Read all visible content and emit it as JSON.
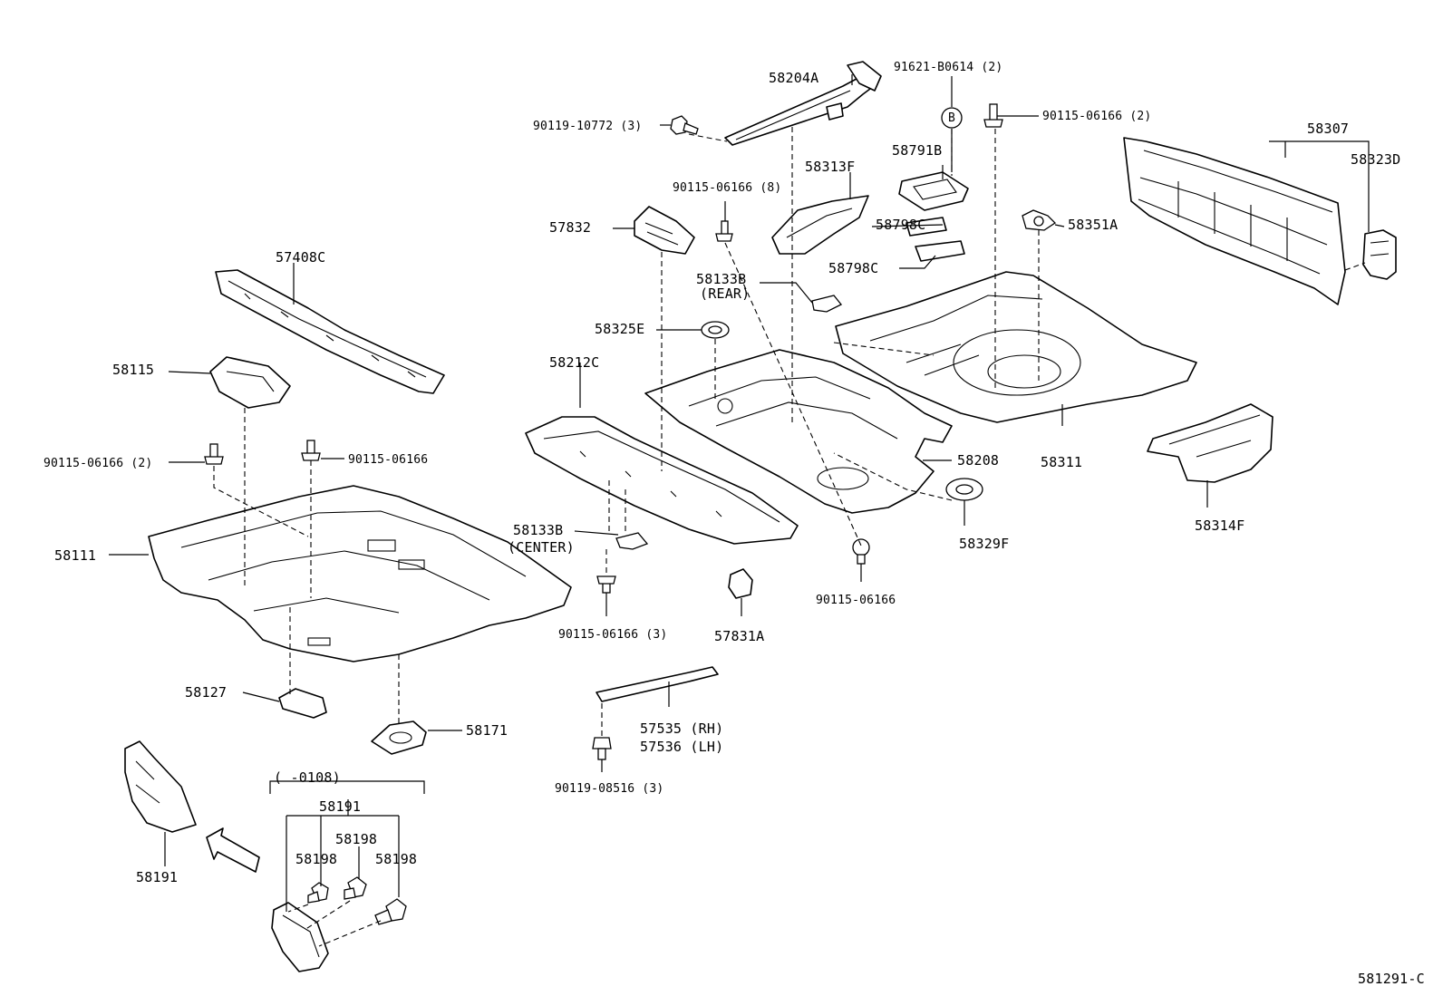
{
  "diagram_code": "581291-C",
  "parts": {
    "p58204A": "58204A",
    "p91621": "91621-B0614 (2)",
    "pB": "B",
    "p90119_10772": "90119-10772 (3)",
    "p90115_06166_2_top": "90115-06166 (2)",
    "p58307": "58307",
    "p58323D": "58323D",
    "p58791B": "58791B",
    "p58313F": "58313F",
    "p90115_06166_8": "90115-06166 (8)",
    "p57832": "57832",
    "p58798C_a": "58798C",
    "p58798C_b": "58798C",
    "p58351A": "58351A",
    "p57408C": "57408C",
    "p58133B_rear": "58133B",
    "p_rear": "(REAR)",
    "p58325E": "58325E",
    "p58115": "58115",
    "p58212C": "58212C",
    "p58311": "58311",
    "p58208": "58208",
    "p58314F": "58314F",
    "p90115_06166_2_left": "90115-06166 (2)",
    "p90115_06166_left": "90115-06166",
    "p58111": "58111",
    "p58133B_center": "58133B",
    "p_center": "(CENTER)",
    "p58329F": "58329F",
    "p90115_06166_mid": "90115-06166",
    "p90115_06166_3": "90115-06166 (3)",
    "p57831A": "57831A",
    "p58127": "58127",
    "p58171": "58171",
    "p57535": "57535 (RH)",
    "p57536": "57536 (LH)",
    "p_range": "(   -0108)",
    "p58191_group": "58191",
    "p58198_a": "58198",
    "p58198_b": "58198",
    "p58198_c": "58198",
    "p58191_left": "58191",
    "p90119_08516": "90119-08516 (3)"
  }
}
